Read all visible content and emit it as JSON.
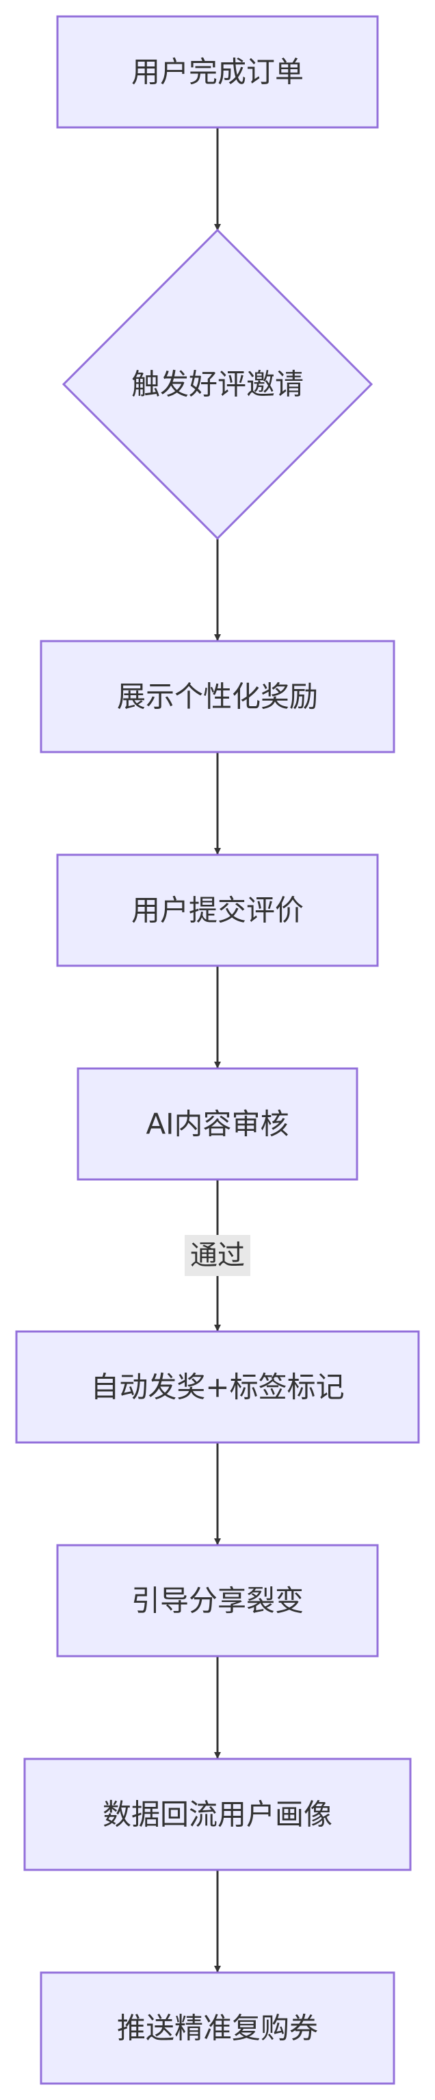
{
  "diagram": {
    "type": "flowchart",
    "direction": "top-down",
    "colors": {
      "node_fill": "#ECECFF",
      "node_stroke": "#9370DB",
      "edge": "#333333",
      "text": "#333333",
      "edge_label_bg": "#E8E8E8"
    },
    "nodes": [
      {
        "id": "n1",
        "shape": "rect",
        "label": "用户完成订单"
      },
      {
        "id": "n2",
        "shape": "diamond",
        "label": "触发好评邀请"
      },
      {
        "id": "n3",
        "shape": "rect",
        "label": "展示个性化奖励"
      },
      {
        "id": "n4",
        "shape": "rect",
        "label": "用户提交评价"
      },
      {
        "id": "n5",
        "shape": "rect",
        "label": "AI内容审核"
      },
      {
        "id": "n6",
        "shape": "rect",
        "label": "自动发奖+标签标记"
      },
      {
        "id": "n7",
        "shape": "rect",
        "label": "引导分享裂变"
      },
      {
        "id": "n8",
        "shape": "rect",
        "label": "数据回流用户画像"
      },
      {
        "id": "n9",
        "shape": "rect",
        "label": "推送精准复购券"
      }
    ],
    "edges": [
      {
        "from": "n1",
        "to": "n2",
        "label": ""
      },
      {
        "from": "n2",
        "to": "n3",
        "label": ""
      },
      {
        "from": "n3",
        "to": "n4",
        "label": ""
      },
      {
        "from": "n4",
        "to": "n5",
        "label": ""
      },
      {
        "from": "n5",
        "to": "n6",
        "label": "通过"
      },
      {
        "from": "n6",
        "to": "n7",
        "label": ""
      },
      {
        "from": "n7",
        "to": "n8",
        "label": ""
      },
      {
        "from": "n8",
        "to": "n9",
        "label": ""
      }
    ]
  }
}
